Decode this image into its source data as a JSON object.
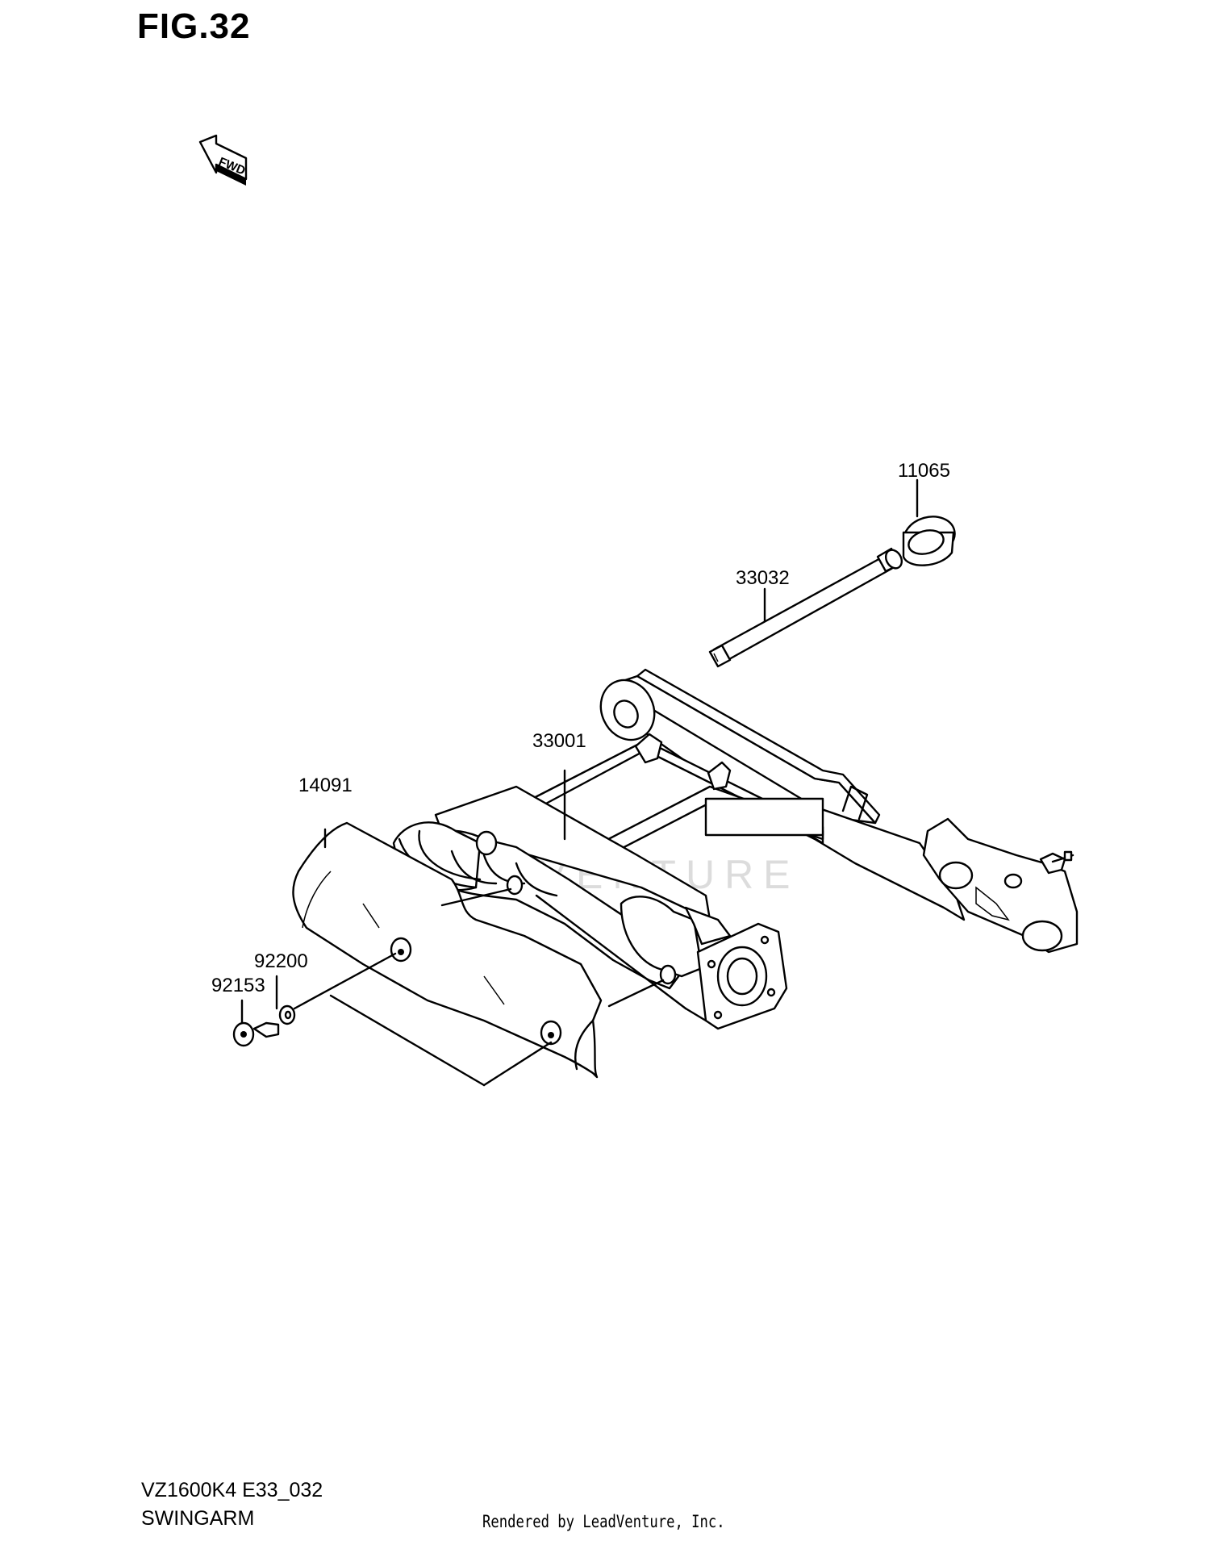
{
  "figure": {
    "title": "FIG.32"
  },
  "direction_indicator": {
    "label": "FWD"
  },
  "parts": [
    {
      "number": "11065"
    },
    {
      "number": "33032"
    },
    {
      "number": "33001"
    },
    {
      "number": "14091"
    },
    {
      "number": "92200"
    },
    {
      "number": "92153"
    }
  ],
  "footer": {
    "model_code": "VZ1600K4 E33_032",
    "section_name": "SWINGARM",
    "render_credit": "Rendered by LeadVenture, Inc."
  },
  "watermark": {
    "text": "LEADVENTURE"
  }
}
